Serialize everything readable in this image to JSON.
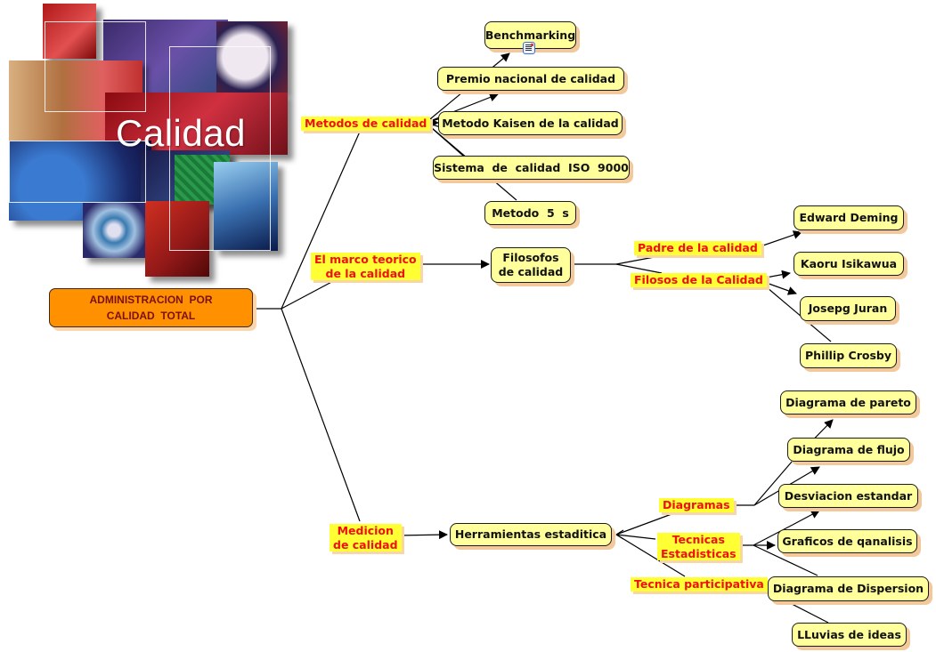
{
  "image_title": "Calidad",
  "root": {
    "line1": "ADMINISTRACION  POR",
    "line2": "CALIDAD  TOTAL"
  },
  "branches": {
    "metodos": {
      "label": "Metodos de calidad",
      "children": [
        "Benchmarking",
        "Premio nacional de calidad",
        "Metodo Kaisen de la calidad",
        "Sistema  de  calidad  ISO  9000",
        "Metodo  5  s"
      ],
      "attachment_icon": "note-icon"
    },
    "marco": {
      "label": "El marco teorico\nde la calidad",
      "node": "Filosofos\nde calidad",
      "sublabels": {
        "padre": "Padre de la calidad",
        "filosos": "Filosos de la Calidad"
      },
      "padre_children": [
        "Edward Deming"
      ],
      "filosos_children": [
        "Kaoru Isikawua",
        "Josepg Juran",
        "Phillip Crosby"
      ]
    },
    "medicion": {
      "label": "Medicion\nde calidad",
      "node": "Herramientas estaditica",
      "sublabels": {
        "diagramas": "Diagramas",
        "tecnicas": "Tecnicas\nEstadisticas",
        "participativa": "Tecnica participativa"
      },
      "diagramas_children": [
        "Diagrama de pareto",
        "Diagrama de flujo",
        "Desviacion estandar"
      ],
      "tecnicas_children": [
        "Graficos de qanalisis",
        "Diagrama de Dispersion"
      ],
      "participativa_children": [
        "LLuvias de ideas"
      ]
    }
  },
  "colors": {
    "node_fill": "#ffff9c",
    "root_fill": "#ff9000",
    "label_fill": "#ffff33",
    "label_text": "#ee1111",
    "root_text": "#7a1010"
  }
}
